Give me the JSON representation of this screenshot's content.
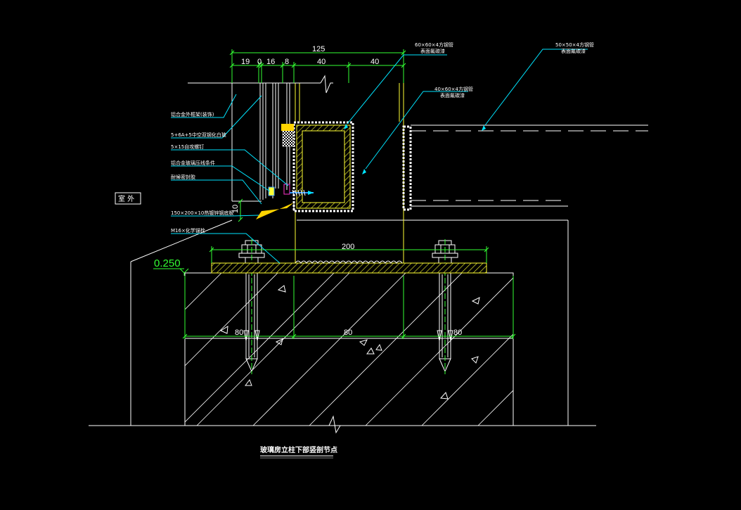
{
  "drawing": {
    "title": "玻璃房立柱下部竖剖节点",
    "room_label": "室 外",
    "level_mark": "0.250",
    "colors": {
      "background": "#000000",
      "line": "#ffffff",
      "dimension": "#33ff33",
      "leader": "#00e5ff",
      "steel": "#ffff33",
      "sealant": "#ffd400",
      "screw": "#3399ff"
    }
  },
  "dimensions": {
    "top_total": "125",
    "top_parts": [
      "19",
      "0",
      "16",
      "8",
      "40",
      "40"
    ],
    "plate_width": "200",
    "embed_left": "80",
    "embed_mid": "80",
    "embed_right": "80",
    "seal_height": "10"
  },
  "annotations": {
    "left_1": "铝合金外框架(装饰)",
    "left_2": "5+6A+5中空双钢化白玻",
    "left_3": "5×15自攻螺钉",
    "left_4": "铝合金玻璃压线条件",
    "left_5": "耐候密封胶",
    "left_6": "150×200×10热镀锌钢底板",
    "left_7": "M16×化学锚栓",
    "top_1": "60×60×4方钢管",
    "top_1b": "表面氟碳漆",
    "top_2": "40×60×4方钢管",
    "top_2b": "表面氟碳漆",
    "right_1": "50×50×4方钢管",
    "right_1b": "表面氟碳漆"
  }
}
